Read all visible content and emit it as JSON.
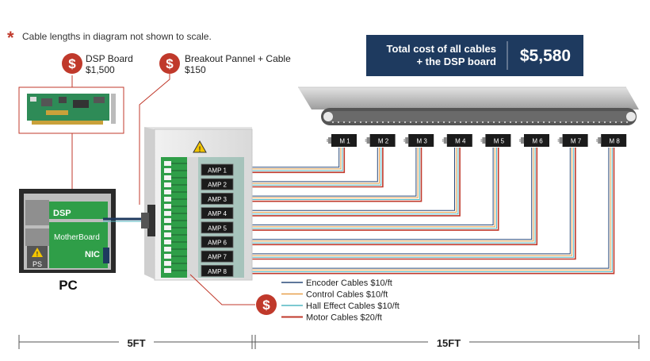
{
  "note": {
    "asterisk": "*",
    "text": "Cable lengths in diagram not shown to scale."
  },
  "badges": {
    "symbol": "$"
  },
  "dsp_board": {
    "title": "DSP Board",
    "price": "$1,500"
  },
  "breakout": {
    "title": "Breakout Pannel + Cable",
    "price": "$150"
  },
  "total": {
    "line1": "Total cost of all cables",
    "line2": "+ the DSP board",
    "value": "$5,580"
  },
  "pc": {
    "label": "PC",
    "dsp": "DSP",
    "motherboard": "MotherBoard",
    "nic": "NIC",
    "ps": "PS"
  },
  "amps": [
    "AMP 1",
    "AMP 2",
    "AMP 3",
    "AMP 4",
    "AMP 5",
    "AMP 6",
    "AMP 7",
    "AMP 8"
  ],
  "motors": [
    "M 1",
    "M 2",
    "M 3",
    "M 4",
    "M 5",
    "M 6",
    "M 7",
    "M 8"
  ],
  "legend": [
    {
      "label": "Encoder Cables $10/ft",
      "color": "#2a4a7a"
    },
    {
      "label": "Control Cables  $10/ft",
      "color": "#e8a04a"
    },
    {
      "label": "Hall Effect Cables $10/ft",
      "color": "#52b7c2"
    },
    {
      "label": "Motor Cables $20/ft",
      "color": "#c0392b"
    }
  ],
  "dimensions": {
    "left": "5FT",
    "right": "15FT"
  },
  "colors": {
    "accent_red": "#c0392b",
    "navy": "#1e3a5f",
    "panel_green": "#2f9e48",
    "amp_teal": "#7aaea0"
  }
}
